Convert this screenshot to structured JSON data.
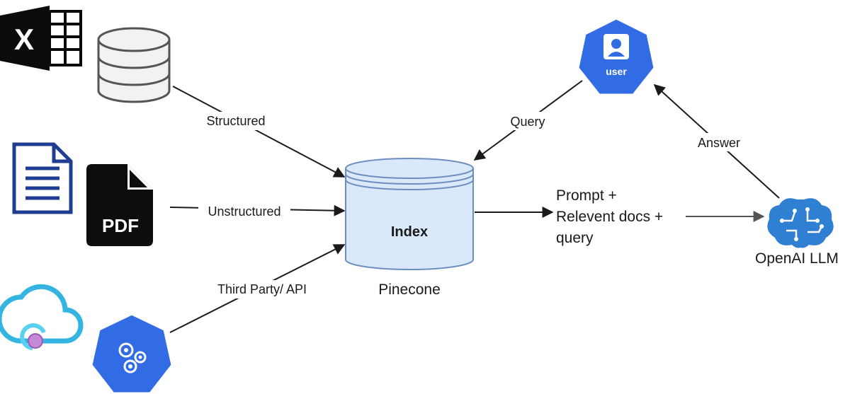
{
  "colors": {
    "excel_dark": "#0b0b0b",
    "doc_blue": "#1f3c93",
    "pdf_black": "#0d0d0d",
    "cloud_cyan": "#34b4e0",
    "endpoint_purple": "#c48ad8",
    "k8s_blue": "#326ce5",
    "azure_blue": "#2f7fd3",
    "index_fill": "#dae8fc",
    "index_stroke": "#6c8ebf",
    "db_grey": "#f2f2f2"
  },
  "sources": {
    "excel_icon": "excel-icon",
    "excel_letter": "X",
    "database_icon": "database-icon",
    "document_icon": "document-icon",
    "pdf_icon": "pdf-icon",
    "pdf_text": "PDF",
    "cloud_icon": "cloud-endpoint-icon",
    "api_icon": "kubernetes-gear-icon"
  },
  "edges": {
    "structured": "Structured",
    "unstructured": "Unstructured",
    "third_party": "Third Party/ API",
    "query": "Query",
    "answer": "Answer",
    "prompt_lines": [
      "Prompt +",
      "Relevent docs +",
      "query"
    ]
  },
  "index": {
    "label": "Index",
    "caption": "Pinecone"
  },
  "user": {
    "icon": "user-icon",
    "label": "user"
  },
  "llm": {
    "icon": "brain-circuit-icon",
    "caption": "OpenAI LLM"
  }
}
